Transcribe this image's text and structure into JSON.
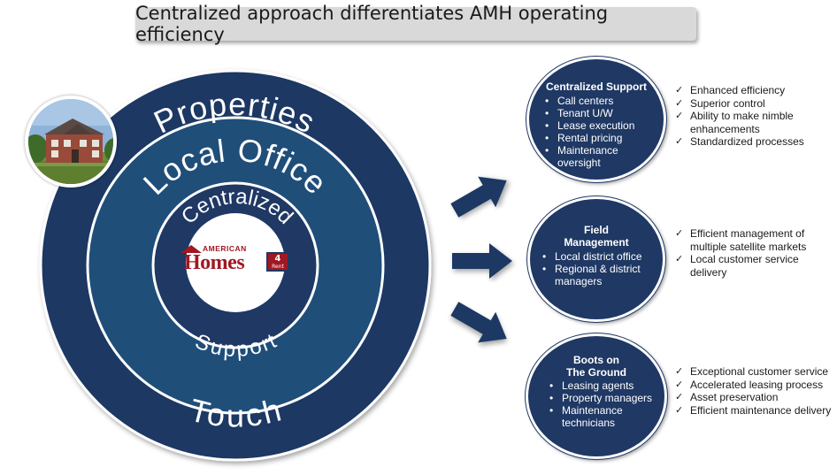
{
  "title": "Centralized approach differentiates AMH operating efficiency",
  "rings": {
    "outer": "Properties",
    "middle_top": "Local Office",
    "inner_top": "Centralized",
    "inner_bottom": "Support",
    "outer_bottom": "Touch"
  },
  "logo": {
    "line1": "AMERICAN",
    "line2": "Homes",
    "badge_number": "4",
    "badge_text": "Rent"
  },
  "colors": {
    "navy": "#1f3864",
    "ring_middle": "#1f4e79",
    "brand_red": "#a01822"
  },
  "groups": [
    {
      "title": [
        "Centralized Support"
      ],
      "items": [
        "Call centers",
        "Tenant U/W",
        "Lease execution",
        "Rental pricing",
        "Maintenance oversight"
      ],
      "benefits": [
        "Enhanced efficiency",
        "Superior control",
        "Ability to make nimble enhancements",
        "Standardized processes"
      ]
    },
    {
      "title": [
        "Field",
        "Management"
      ],
      "items": [
        "Local district office",
        "Regional & district managers"
      ],
      "benefits": [
        "Efficient management of multiple satellite markets",
        "Local customer service delivery"
      ]
    },
    {
      "title": [
        "Boots on",
        "The Ground"
      ],
      "items": [
        "Leasing agents",
        "Property managers",
        "Maintenance technicians"
      ],
      "benefits": [
        "Exceptional customer service",
        "Accelerated leasing process",
        "Asset preservation",
        "Efficient maintenance delivery"
      ]
    }
  ],
  "icons": {
    "house_photo": "house-photo-icon",
    "arrows": "arrow-right-icon"
  }
}
